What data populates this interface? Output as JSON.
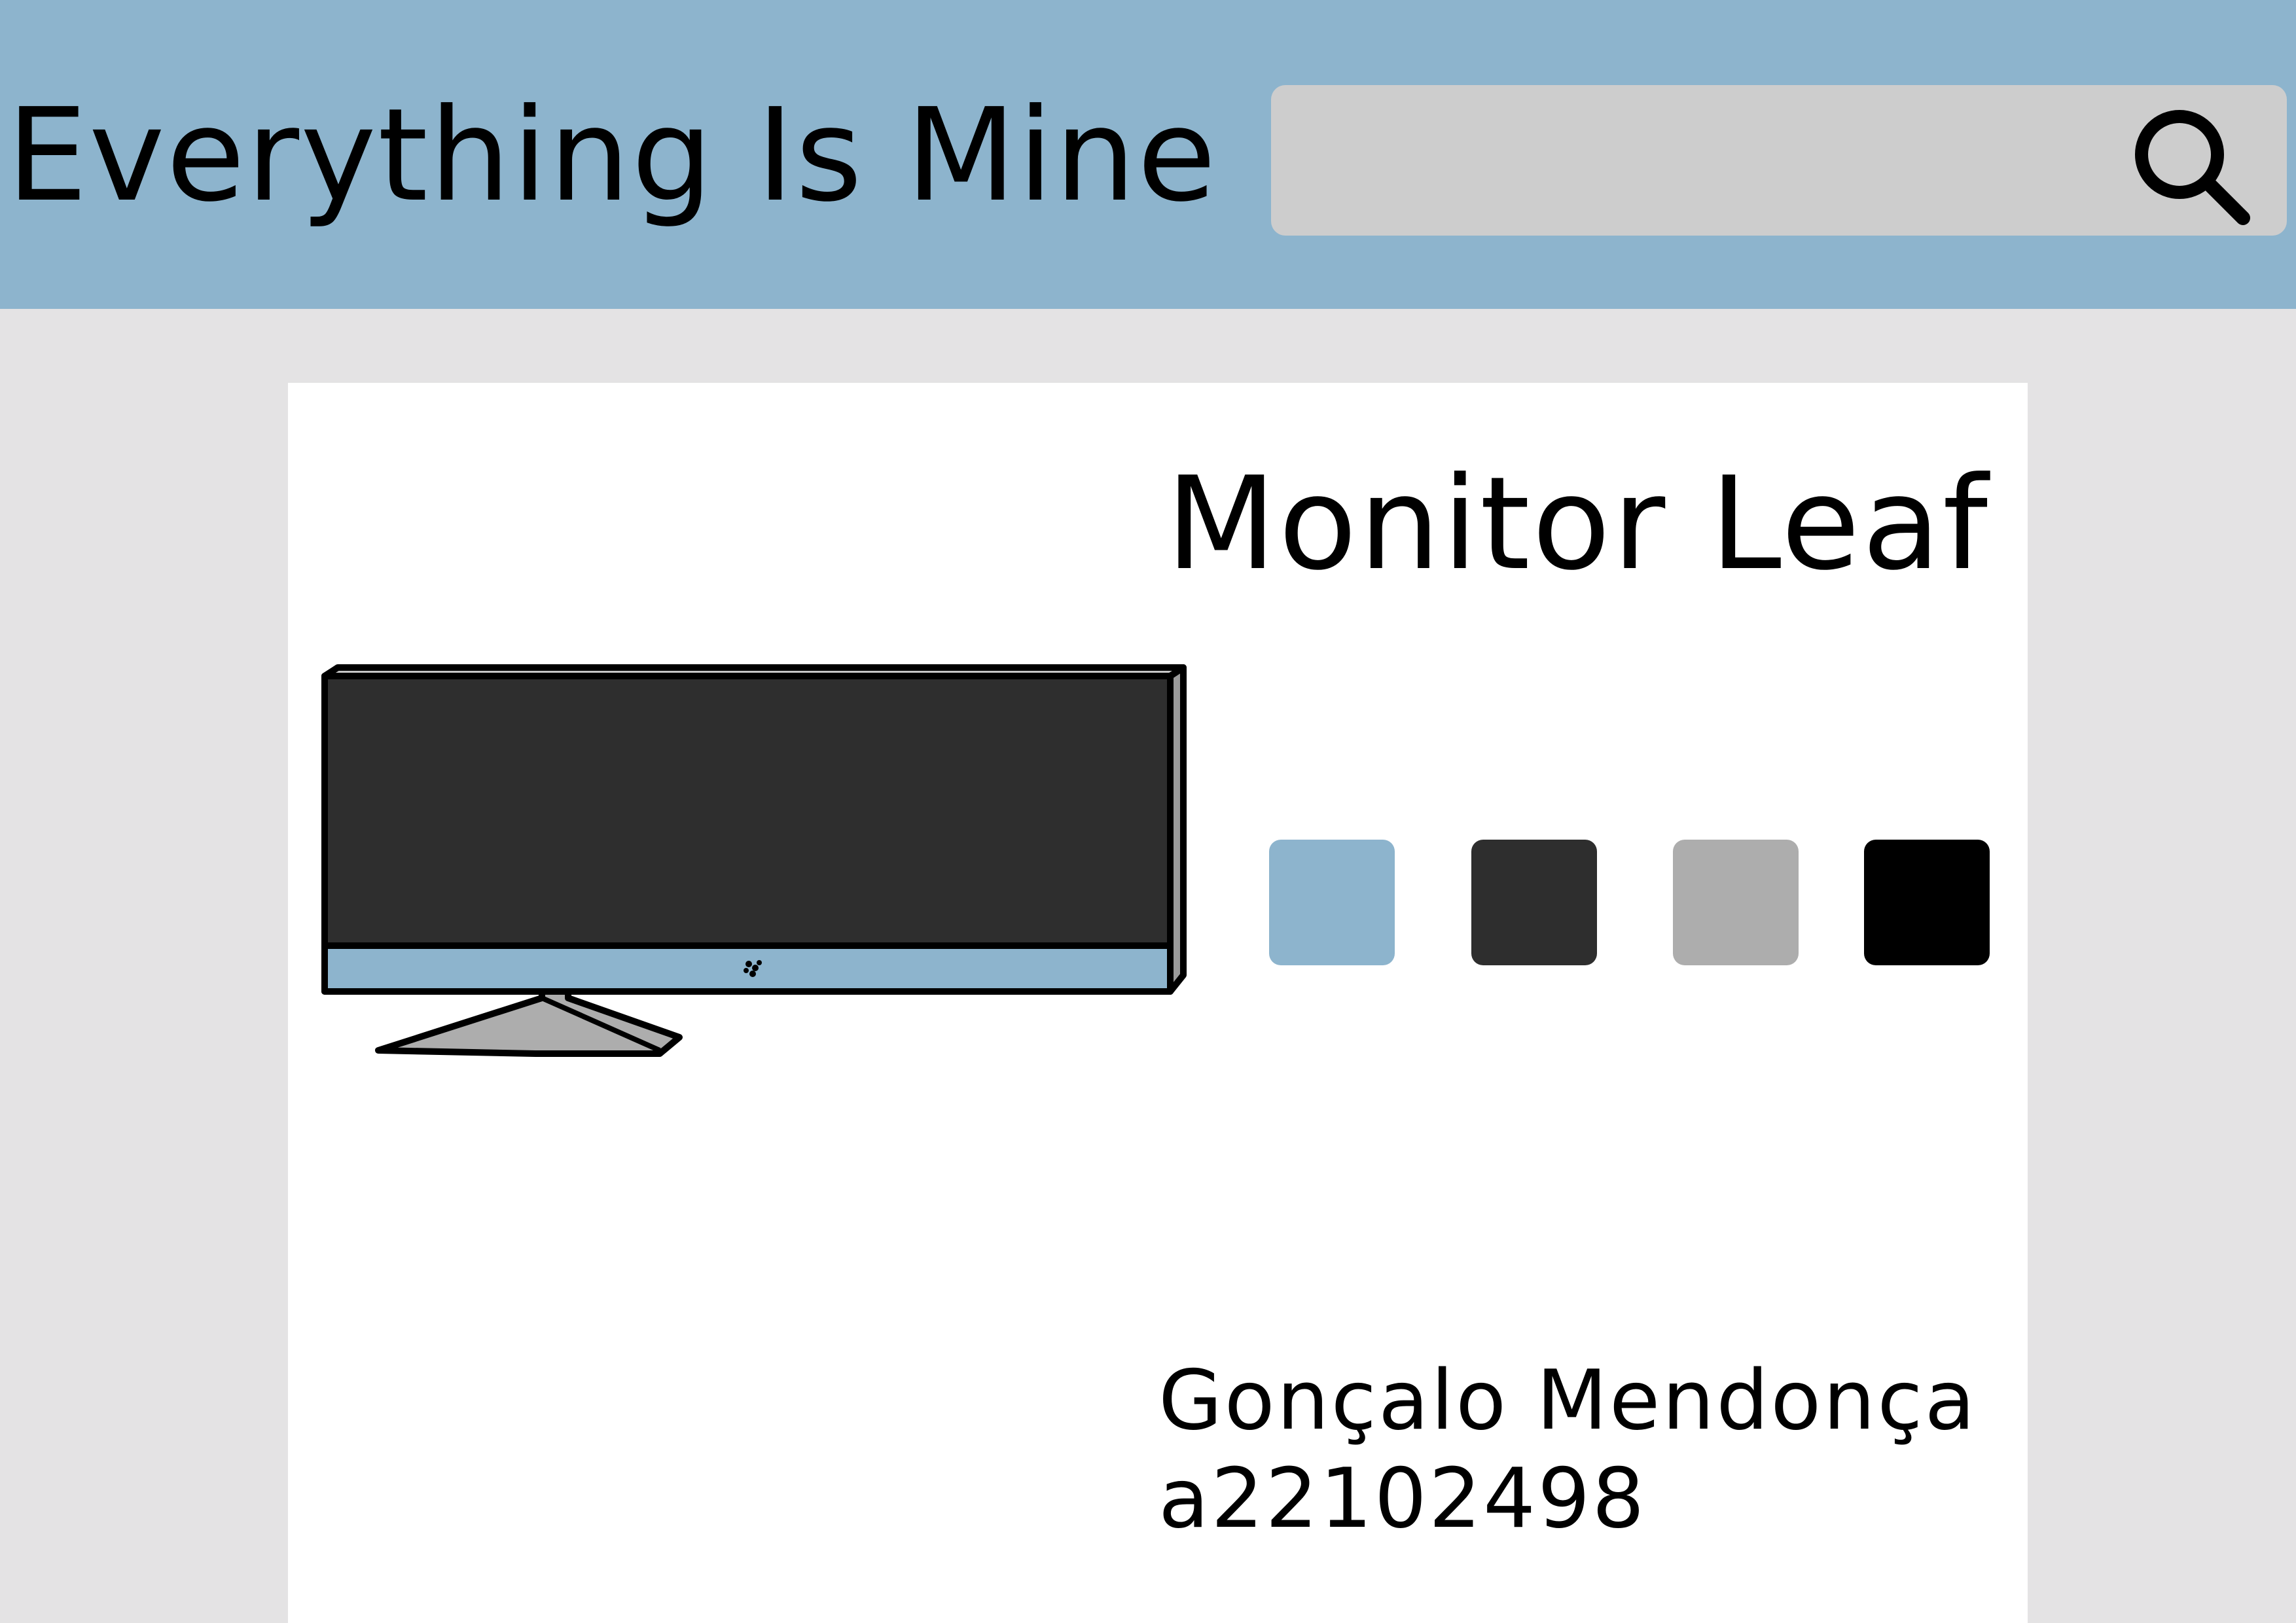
{
  "header": {
    "site_title": "Everything Is Mine",
    "search": {
      "value": "",
      "placeholder": "",
      "icon": "search-icon"
    }
  },
  "product": {
    "title": "Monitor Leaf",
    "image_icon": "monitor-icon",
    "color_options": [
      {
        "name": "light blue",
        "color": "#8db4cd"
      },
      {
        "name": "dark gray",
        "color": "#2e2e2e"
      },
      {
        "name": "gray",
        "color": "#adadad"
      },
      {
        "name": "black",
        "color": "#000000"
      }
    ]
  },
  "credits": {
    "author": "Gonçalo Mendonça",
    "student_id": "a22102498"
  },
  "colors": {
    "header_bg": "#8db4cd",
    "page_bg": "#e4e3e4",
    "card_bg": "#ffffff",
    "search_bg": "#cdcdcd",
    "screen": "#2e2e2e",
    "stand": "#adadad"
  }
}
